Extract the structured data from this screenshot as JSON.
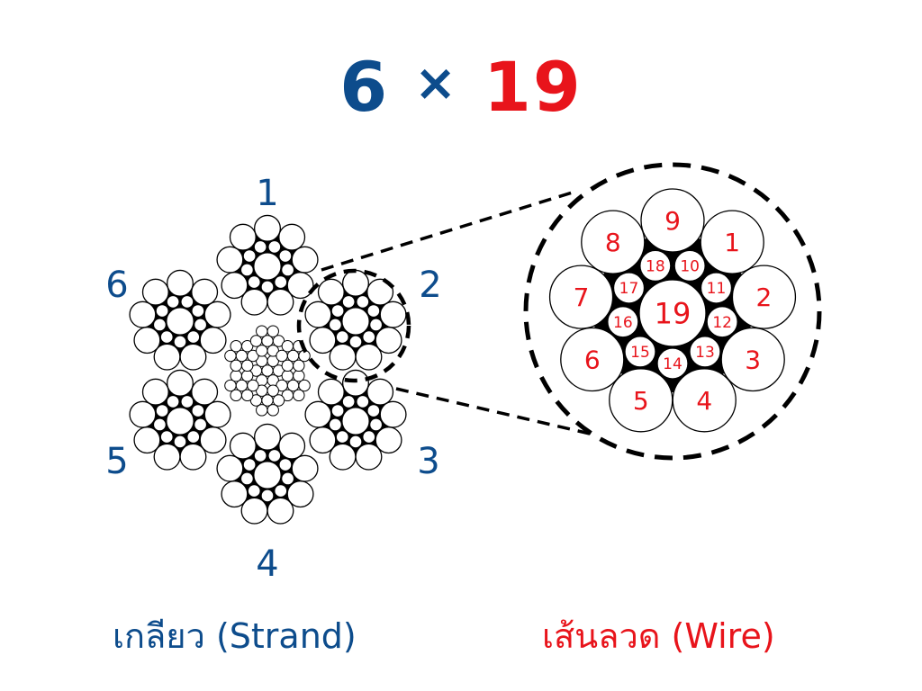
{
  "title": {
    "strands": "6",
    "times": "×",
    "wires": "19"
  },
  "colors": {
    "blue": "#0d4c8c",
    "red": "#e8141b"
  },
  "strand_labels": [
    "1",
    "2",
    "3",
    "4",
    "5",
    "6"
  ],
  "wire_labels": [
    "1",
    "2",
    "3",
    "4",
    "5",
    "6",
    "7",
    "8",
    "9",
    "10",
    "11",
    "12",
    "13",
    "14",
    "15",
    "16",
    "17",
    "18",
    "19"
  ],
  "captions": {
    "strand": "เกลียว (Strand)",
    "wire": "เส้นลวด (Wire)"
  }
}
